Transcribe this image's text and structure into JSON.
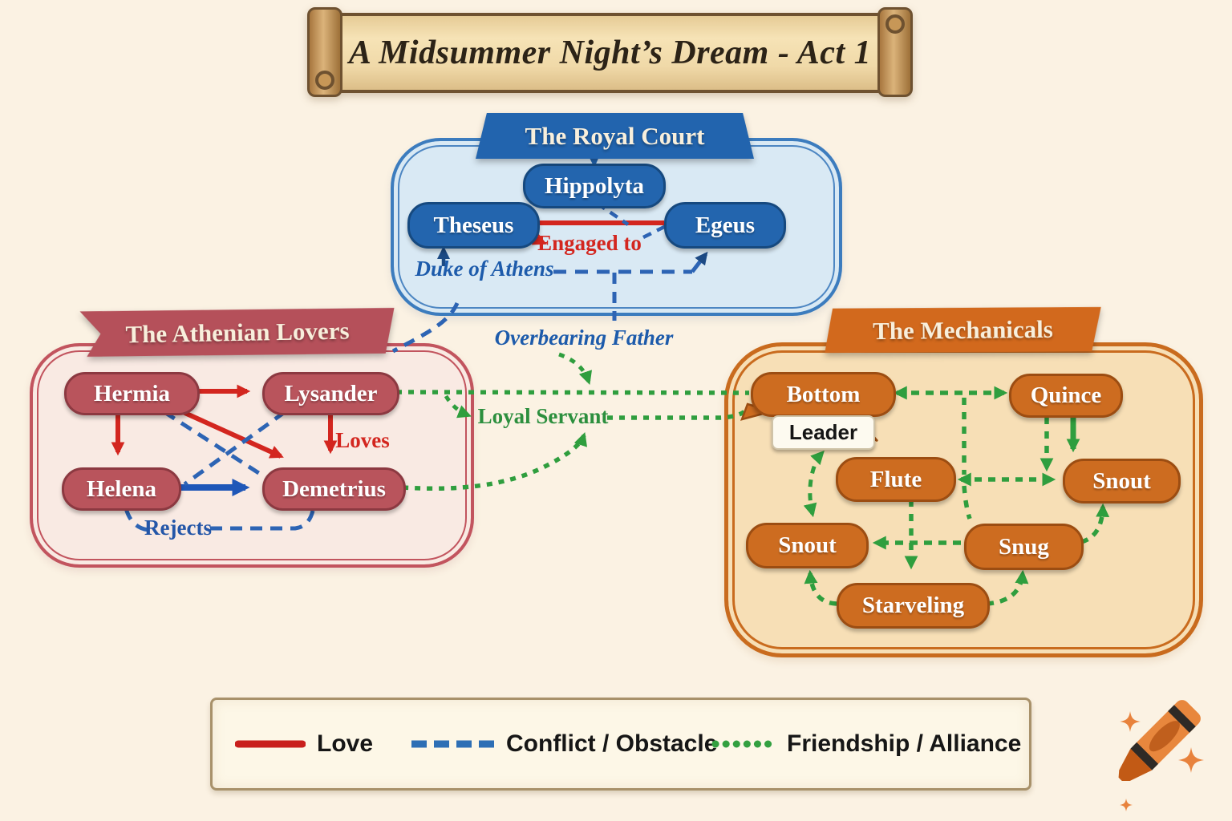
{
  "title": "A Midsummer Night’s Dream - Act 1",
  "groups": {
    "royal_court": {
      "banner": "The Royal Court",
      "nodes": {
        "hippolyta": "Hippolyta",
        "theseus": "Theseus",
        "egeus": "Egeus"
      },
      "edge_labels": {
        "engaged_to": "Engaged to",
        "duke_of_athens": "Duke of Athens"
      }
    },
    "athenian_lovers": {
      "banner": "The Athenian Lovers",
      "nodes": {
        "hermia": "Hermia",
        "lysander": "Lysander",
        "helena": "Helena",
        "demetrius": "Demetrius"
      },
      "edge_labels": {
        "loves": "Loves",
        "rejects": "Rejects"
      }
    },
    "mechanicals": {
      "banner": "The Mechanicals",
      "nodes": {
        "bottom": "Bottom",
        "quince": "Quince",
        "flute": "Flute",
        "snout_upper": "Snout",
        "snout_lower": "Snout",
        "snug": "Snug",
        "starveling": "Starveling"
      },
      "badges": {
        "leader": "Leader"
      }
    }
  },
  "connector_labels": {
    "overbearing_father": "Overbearing Father",
    "loyal_servant": "Loyal Servant"
  },
  "legend": {
    "items": [
      {
        "label": "Love",
        "style": "solid",
        "color": "#c9201d"
      },
      {
        "label": "Conflict / Obstacle",
        "style": "dashed",
        "color": "#2e6fb5"
      },
      {
        "label": "Friendship / Alliance",
        "style": "dotted",
        "color": "#33a040"
      }
    ]
  },
  "colors": {
    "background": "#fbf2e3",
    "royal_primary": "#2365ae",
    "royal_fill": "#d9e9f4",
    "lovers_primary": "#b9545c",
    "lovers_fill": "#f9eae3",
    "mech_primary": "#cd6c20",
    "mech_fill": "#f7dfb6",
    "love_edge": "#d3261f",
    "conflict_edge": "#2d64b4",
    "friendship_edge": "#2f9e3e"
  }
}
